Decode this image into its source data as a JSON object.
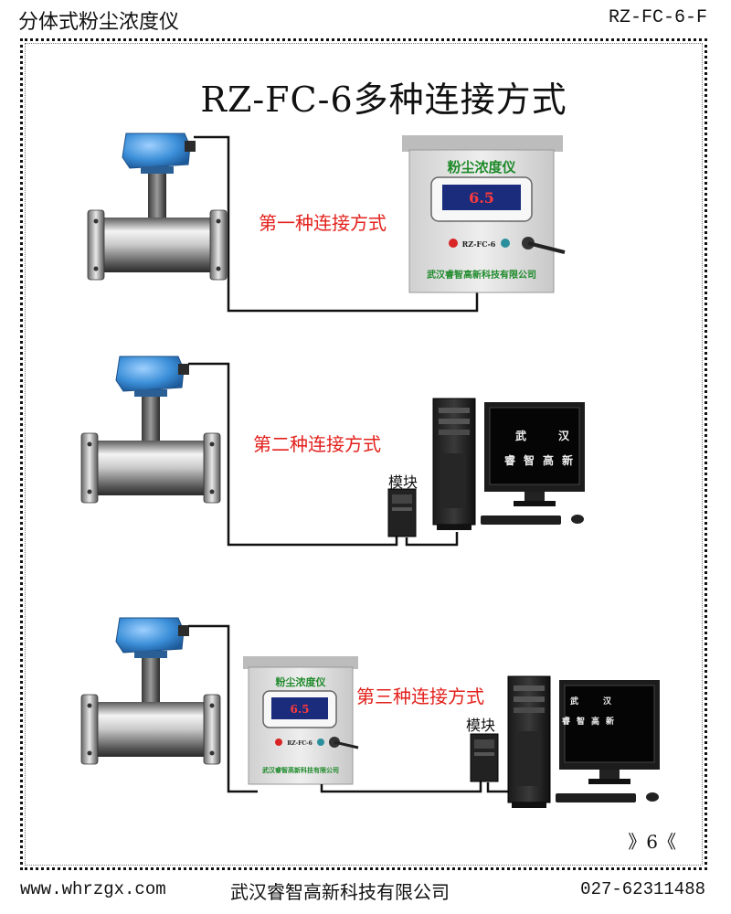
{
  "header": {
    "left": "分体式粉尘浓度仪",
    "right": "RZ-FC-6-F"
  },
  "title": "RZ-FC-6多种连接方式",
  "methods": [
    {
      "label": "第一种连接方式"
    },
    {
      "label": "第二种连接方式"
    },
    {
      "label": "第三种连接方式"
    }
  ],
  "cabinet": {
    "heading": "粉尘浓度仪",
    "model": "RZ-FC-6",
    "company": "武汉睿智高新科技有限公司",
    "display": "6.5"
  },
  "module_label": "模块",
  "monitor_text": {
    "line1": [
      "武",
      "汉"
    ],
    "line2": [
      "睿",
      "智",
      "高",
      "新"
    ]
  },
  "page_number": "》6《",
  "footer": {
    "url": "www.whrzgx.com",
    "company": "武汉睿智高新科技有限公司",
    "phone": "027-62311488"
  },
  "colors": {
    "accent_red": "#e3201b",
    "sensor_blue": "#3b8fd8",
    "cabinet_gray": "#dcdcdc",
    "display_blue": "#1b2c7c",
    "cabinet_text_green": "#1e8a2a"
  }
}
